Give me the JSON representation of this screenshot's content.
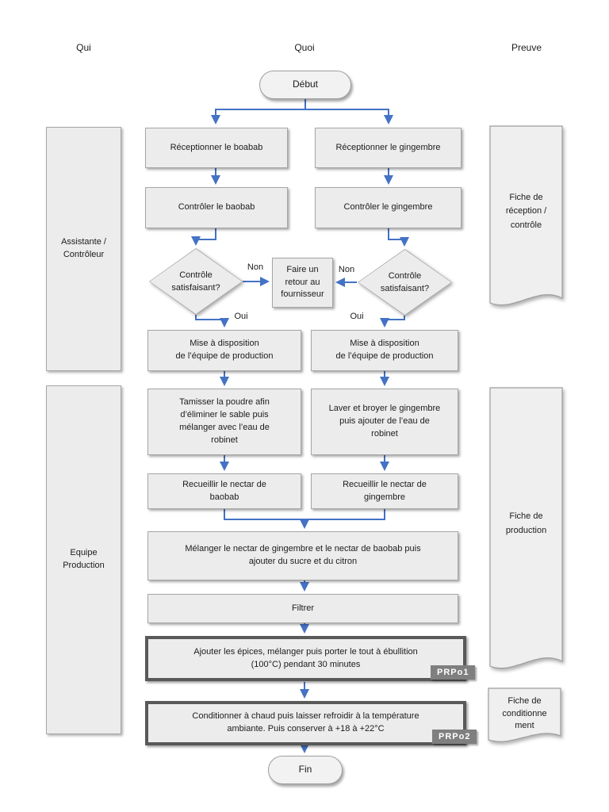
{
  "headers": {
    "qui": "Qui",
    "quoi": "Quoi",
    "preuve": "Preuve"
  },
  "colors": {
    "arrow": "#4472C4",
    "box_fill": "#ececec",
    "box_border": "#a6a6a6",
    "thick_border": "#595959",
    "badge_bg": "#7f7f7f",
    "badge_text": "#ffffff"
  },
  "lanes": {
    "items": [
      {
        "label": "Assistante /\nContrôleur"
      },
      {
        "label": "Equipe\nProduction"
      }
    ]
  },
  "flow": {
    "start": "Début",
    "receive_baobab": "Réceptionner le boabab",
    "receive_ginger": "Réceptionner le gingembre",
    "check_baobab": "Contrôler le baobab",
    "check_ginger": "Contrôler le gingembre",
    "decision_left": "Contrôle\nsatisfaisant?",
    "decision_right": "Contrôle\nsatisfaisant?",
    "return_supplier": "Faire un\nretour au\nfournisseur",
    "dispatch_left": "Mise à disposition\nde l’équipe de production",
    "dispatch_right": "Mise à disposition\nde l’équipe de production",
    "sieve": "Tamisser la poudre afin\nd’éliminer le sable puis\nmélanger avec l’eau de\nrobinet",
    "wash": "Laver et broyer le gingembre\npuis ajouter de l’eau de\nrobinet",
    "collect_baobab": "Recueillir le nectar de\nbaobab",
    "collect_ginger": "Recueillir le nectar de\ngingembre",
    "mix": "Mélanger le nectar de gingembre et le nectar de baobab puis\najouter du sucre et du citron",
    "filter": "Filtrer",
    "boil": "Ajouter les épices, mélanger puis porter le tout à ébullition\n(100°C) pendant 30 minutes",
    "package": "Conditionner à chaud puis laisser refroidir à la température\nambiante. Puis conserver à +18 à +22°C",
    "end": "Fin"
  },
  "edge_labels": {
    "non_left": "Non",
    "non_right": "Non",
    "oui_left": "Oui",
    "oui_right": "Oui"
  },
  "badges": {
    "prpo1": "PRPo1",
    "prpo2": "PRPo2"
  },
  "documents": {
    "items": [
      "Fiche de\nréception /\ncontrôle",
      "Fiche de\nproduction",
      "Fiche de\nconditionne\nment"
    ]
  }
}
